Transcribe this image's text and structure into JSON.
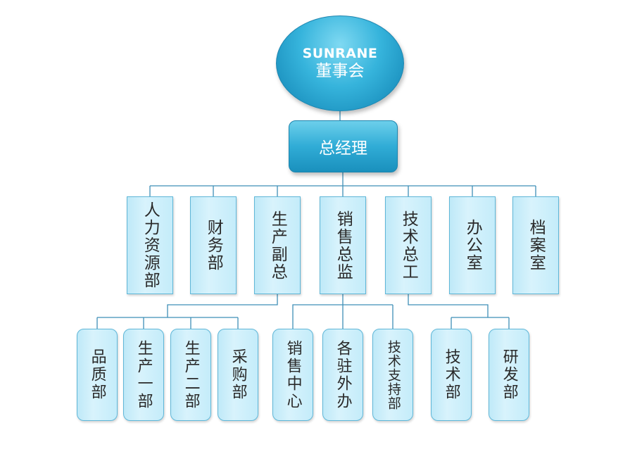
{
  "board": {
    "en": "SUNRANE",
    "zh": "董事会"
  },
  "general_manager": "总经理",
  "departments": [
    "人力资源部",
    "财务部",
    "生产副总",
    "销售总监",
    "技术总工",
    "办公室",
    "档案室"
  ],
  "sub_departments": [
    "品质部",
    "生产一部",
    "生产二部",
    "采购部",
    "销售中心",
    "各驻外办",
    "技术支持部",
    "技术部",
    "研发部"
  ]
}
